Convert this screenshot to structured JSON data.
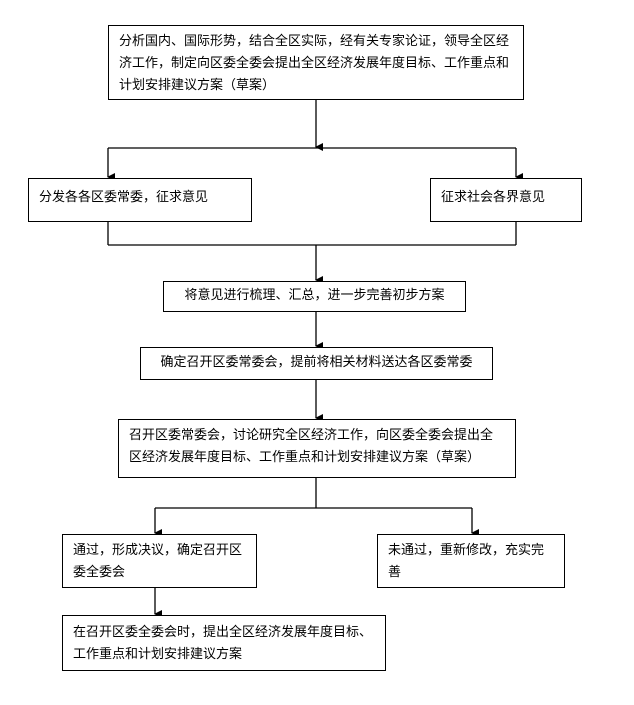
{
  "nodes": {
    "n1": "分析国内、国际形势，结合全区实际，经有关专家论证，领导全区经济工作，制定向区委全委会提出全区经济发展年度目标、工作重点和计划安排建议方案（草案）",
    "n2": "分发各各区委常委，征求意见",
    "n3": "征求社会各界意见",
    "n4": "将意见进行梳理、汇总，进一步完善初步方案",
    "n5": "确定召开区委常委会，提前将相关材料送达各区委常委",
    "n6": "召开区委常委会，讨论研究全区经济工作，向区委全委会提出全区经济发展年度目标、工作重点和计划安排建议方案（草案）",
    "n7": "通过，形成决议，确定召开区委全委会",
    "n8": "未通过，重新修改，充实完善",
    "n9": "在召开区委全委会时，提出全区经济发展年度目标、工作重点和计划安排建议方案"
  }
}
